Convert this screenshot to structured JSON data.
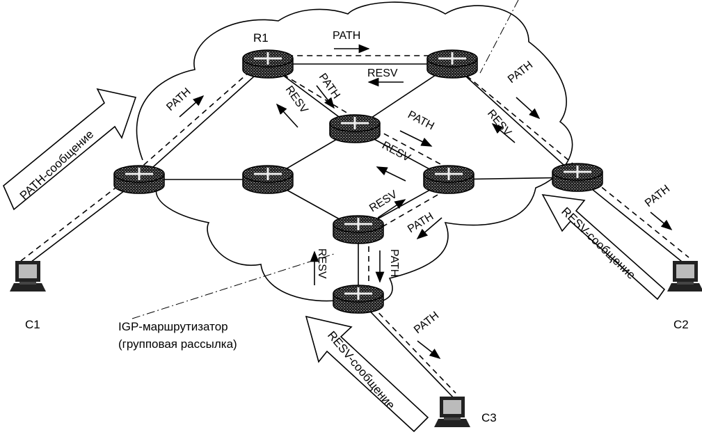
{
  "diagram": {
    "router_label": "R1",
    "clients": [
      "C1",
      "C2",
      "C3"
    ],
    "path_label": "PATH",
    "resv_label": "RESV",
    "path_message": "PATH-сообщение",
    "resv_message": "RESV-сообщение",
    "igp_router": "IGP-маршрутизатор",
    "igp_note": "(групповая рассылка)"
  }
}
